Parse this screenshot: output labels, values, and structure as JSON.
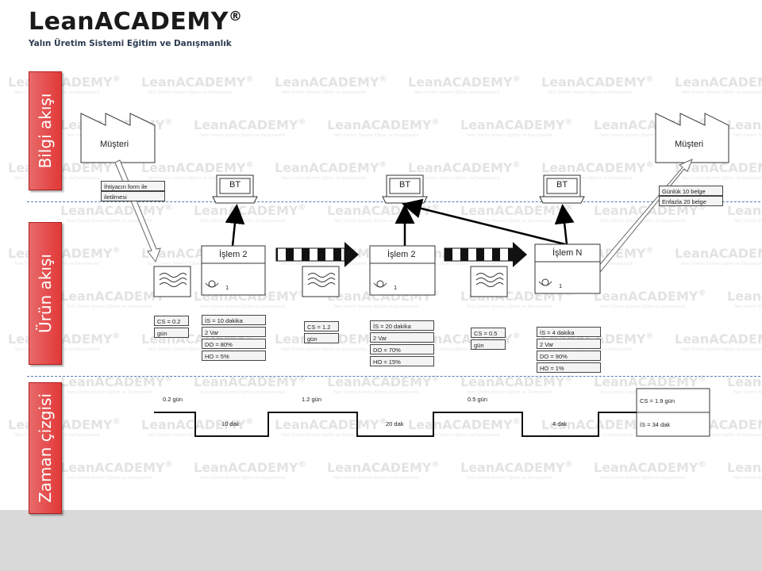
{
  "logo": {
    "name": "LeanACADEMY",
    "mark": "®",
    "tagline": "Yalın Üretim Sistemi Eğitim ve Danışmanlık"
  },
  "watermark": {
    "text": "LeanACADEMY",
    "mark": "®",
    "tagline": "Yalın Üretim Sistemi Eğitim ve Danışmanlık"
  },
  "lanes": {
    "info": "Bilgi akışı",
    "product": "Ürün akışı",
    "time": "Zaman çizgisi"
  },
  "customer_left": "Müşteri",
  "customer_right": "Müşteri",
  "left_note": [
    "İhtiyacın form ile",
    "iletilmesi"
  ],
  "right_note": [
    "Günlük 10 belge",
    "Enfazla 20 belge"
  ],
  "bt_label": "BT",
  "processes": [
    {
      "title": "İşlem 2",
      "operators": "1",
      "data": [
        "İS = 10 dakika",
        "2 Var",
        "DO = 80%",
        "HO = 5%"
      ]
    },
    {
      "title": "İşlem 2",
      "operators": "1",
      "data": [
        "İS = 20 dakika",
        "2 Var",
        "DO = 70%",
        "HO = 15%"
      ]
    },
    {
      "title": "İşlem N",
      "operators": "1",
      "data": [
        "İS = 4 dakika",
        "2 Var",
        "DO = 90%",
        "HO = 1%"
      ]
    }
  ],
  "inventories": [
    {
      "cs": "CS = 0.2",
      "unit": "gün"
    },
    {
      "cs": "CS = 1.2",
      "unit": "gün"
    },
    {
      "cs": "CS = 0.5",
      "unit": "gün"
    }
  ],
  "timeline": {
    "waits": [
      "0.2 gün",
      "1.2 gün",
      "0.5 gün"
    ],
    "processes": [
      "10 dak",
      "20 dak",
      "4 dak"
    ],
    "total_cs": "CS = 1.9 gün",
    "total_is": "İS = 34 dak"
  }
}
